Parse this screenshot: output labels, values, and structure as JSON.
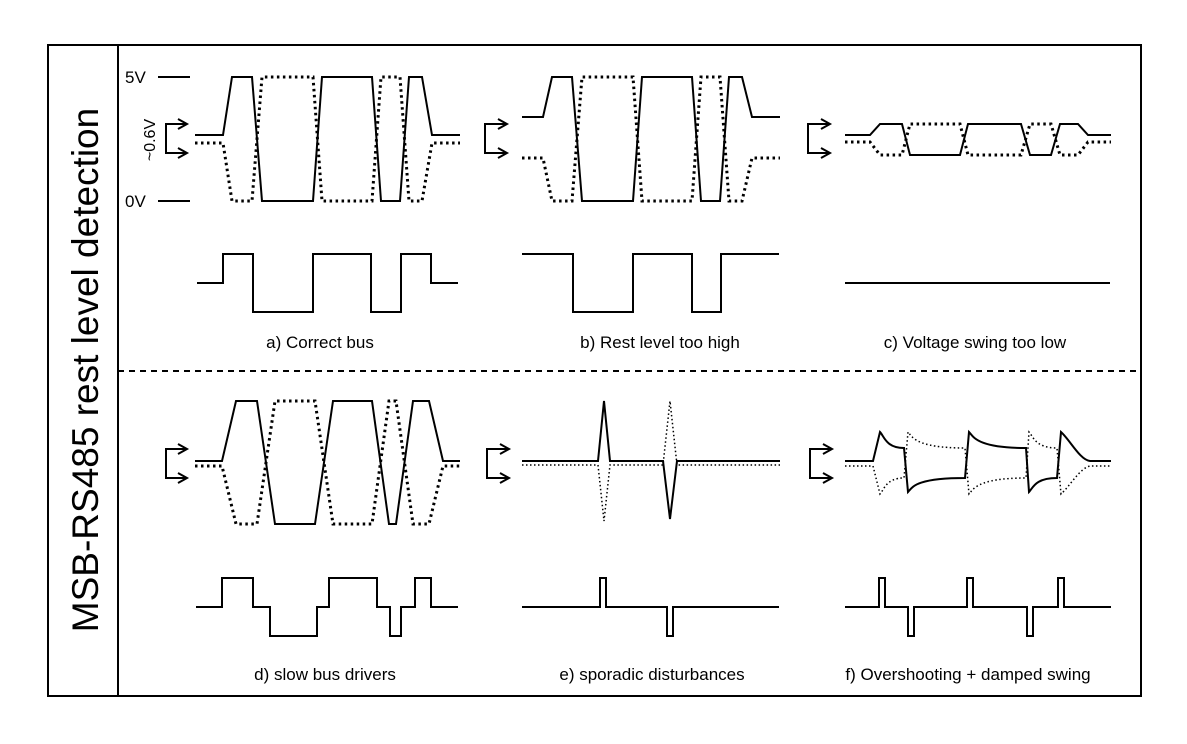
{
  "vertical_title": "MSB-RS485 rest level detection",
  "voltage_labels": {
    "high": "5V",
    "threshold": "~0.6V",
    "low": "0V"
  },
  "panels": [
    {
      "id": "a",
      "caption": "a) Correct bus"
    },
    {
      "id": "b",
      "caption": "b) Rest level too high"
    },
    {
      "id": "c",
      "caption": "c) Voltage swing too low"
    },
    {
      "id": "d",
      "caption": "d) slow bus drivers"
    },
    {
      "id": "e",
      "caption": "e) sporadic disturbances"
    },
    {
      "id": "f",
      "caption": "f) Overshooting + damped swing"
    }
  ]
}
